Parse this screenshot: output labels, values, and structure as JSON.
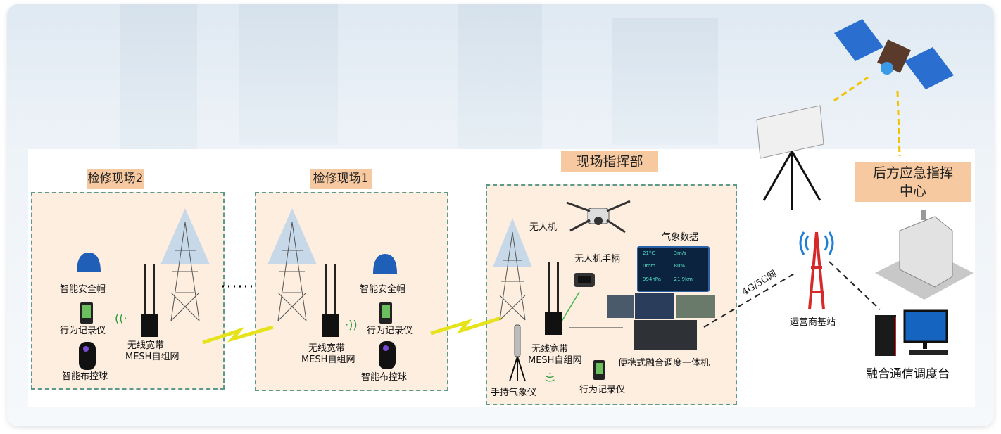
{
  "zones": {
    "site2": {
      "title": "检修现场2",
      "helmet": "智能安全帽",
      "recorder": "行为记录仪",
      "ball": "智能布控球",
      "mesh_line1": "无线宽带",
      "mesh_line2": "MESH自组网"
    },
    "site1": {
      "title": "检修现场1",
      "helmet": "智能安全帽",
      "recorder": "行为记录仪",
      "ball": "智能布控球",
      "mesh_line1": "无线宽带",
      "mesh_line2": "MESH自组网"
    },
    "command": {
      "title": "现场指挥部",
      "drone": "无人机",
      "controller": "无人机手柄",
      "weather_data": "气象数据",
      "mesh_line1": "无线宽带",
      "mesh_line2": "MESH自组网",
      "dispatch": "便携式融合调度一体机",
      "handheld_weather": "手持气象仪",
      "recorder": "行为记录仪"
    }
  },
  "network": {
    "link_label": "4G/5G网",
    "base_station": "运营商基站"
  },
  "rear": {
    "title_line1": "后方应急指挥",
    "title_line2": "中心",
    "console": "融合通信调度台"
  },
  "weather_panel": {
    "items": [
      "21°C",
      "3m/s",
      "0mm",
      "80%",
      "994hPa",
      "21.9km"
    ]
  },
  "colors": {
    "zone_fill": "#fdeee0",
    "zone_border": "#5d9a8e",
    "tag": "#f7c9a0",
    "link": "#e6e21c"
  }
}
